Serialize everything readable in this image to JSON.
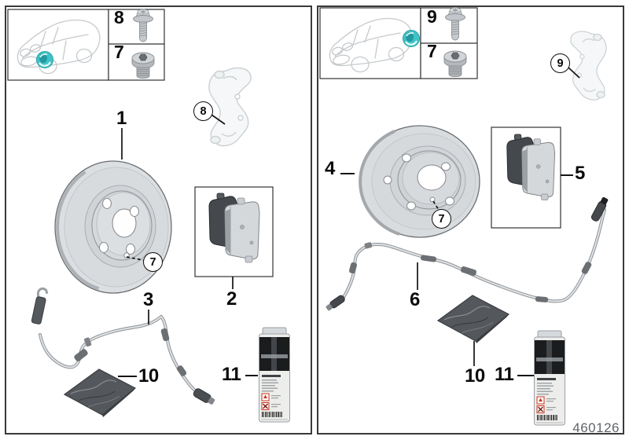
{
  "footer": {
    "diagram_id": "460126"
  },
  "colors": {
    "wheel_highlight": "#3fc3c7",
    "hazard_red": "#c8371f",
    "panel_border": "#3a3a3a",
    "leader_line": "#141414"
  },
  "icons": {
    "fastener_top": "flange-bolt",
    "fastener_bottom": "socket-plug-screw",
    "location_marker": "wheel-highlight",
    "hazard": "flammable-pictogram"
  },
  "left_panel": {
    "fastener_box": {
      "top_label": "8",
      "bottom_label": "7"
    },
    "callouts": {
      "disc": "1",
      "pads": "2",
      "wear_sensor": "3",
      "set_screw": "7",
      "carrier": "8",
      "grease_pouch": "10",
      "cleaner": "11"
    }
  },
  "right_panel": {
    "fastener_box": {
      "top_label": "9",
      "bottom_label": "7"
    },
    "callouts": {
      "disc": "4",
      "pads": "5",
      "wear_sensor": "6",
      "set_screw": "7",
      "carrier": "9",
      "grease_pouch": "10",
      "cleaner": "11"
    }
  }
}
